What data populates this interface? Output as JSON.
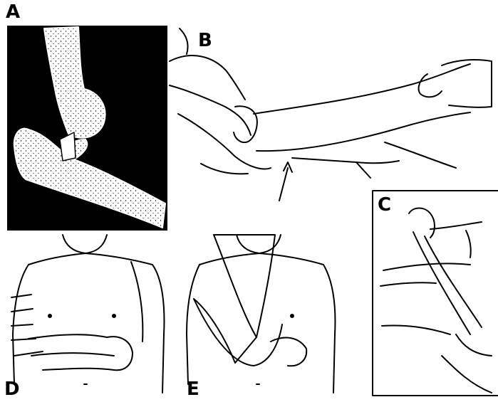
{
  "figure": {
    "panels": [
      {
        "id": "A",
        "label": "A"
      },
      {
        "id": "B",
        "label": "B"
      },
      {
        "id": "C",
        "label": "C"
      },
      {
        "id": "D",
        "label": "D"
      },
      {
        "id": "E",
        "label": "E"
      }
    ],
    "colors": {
      "ink": "#000000",
      "paper": "#ffffff",
      "panel_a_background": "#000000"
    }
  }
}
